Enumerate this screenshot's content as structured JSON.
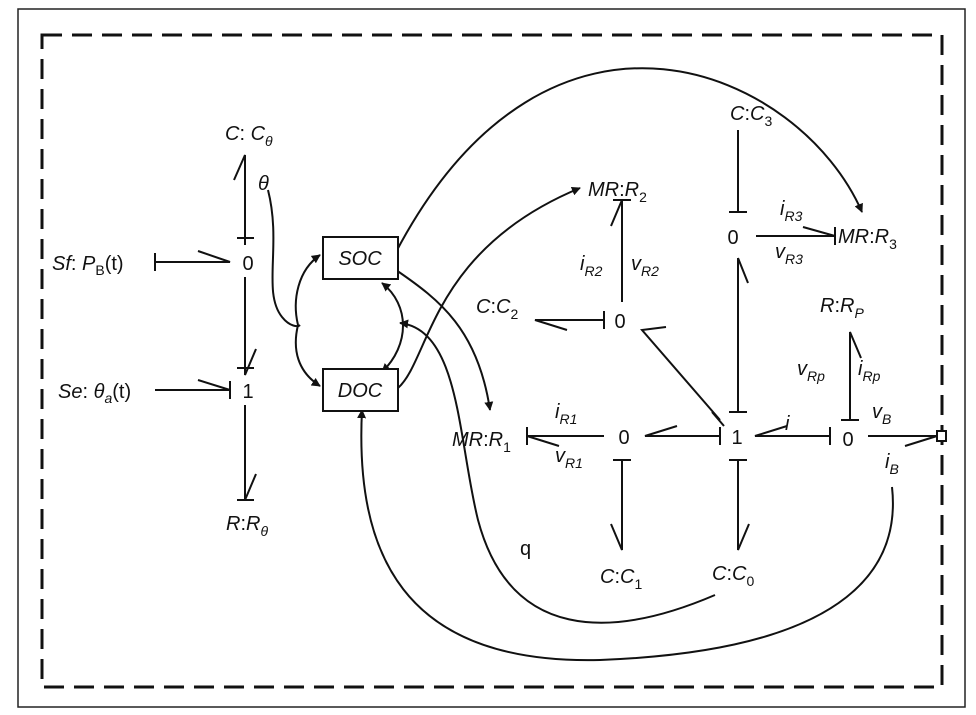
{
  "elements": {
    "Sf": {
      "pre": "Sf",
      "sep": ": ",
      "base": "P",
      "sub": "B",
      "post": "(t)"
    },
    "Se": {
      "pre": "Se",
      "sep": ": ",
      "base": "θ",
      "sub": "a",
      "post": "(t)"
    },
    "C_theta": {
      "pre": "C",
      "sep": ": ",
      "base": "C",
      "sub": "θ"
    },
    "R_theta": {
      "pre": "R",
      "sep": ":",
      "base": "R",
      "sub": "θ"
    },
    "C_3": {
      "pre": "C",
      "sep": ":",
      "base": "C",
      "sub": "3"
    },
    "MR_R3": {
      "pre": "MR",
      "sep": ":",
      "base": "R",
      "sub": "3"
    },
    "MR_R2": {
      "pre": "MR",
      "sep": ":",
      "base": "R",
      "sub": "2"
    },
    "C_2": {
      "pre": "C",
      "sep": ":",
      "base": "C",
      "sub": "2"
    },
    "R_P": {
      "pre": "R",
      "sep": ":",
      "base": "R",
      "sub": "P"
    },
    "MR_R1": {
      "pre": "MR",
      "sep": ":",
      "base": "R",
      "sub": "1"
    },
    "C_1": {
      "pre": "C",
      "sep": ":",
      "base": "C",
      "sub": "1"
    },
    "C_0": {
      "pre": "C",
      "sep": ":",
      "base": "C",
      "sub": "0"
    }
  },
  "junctions": {
    "j0_left": "0",
    "j1_left": "1",
    "j0_r3": "0",
    "j0_r2": "0",
    "j0_r1": "0",
    "j1_center": "1",
    "j0_right": "0"
  },
  "blocks": {
    "soc": "SOC",
    "doc": "DOC"
  },
  "variables": {
    "theta": "θ",
    "q": "q",
    "i": "i",
    "iR3": {
      "base": "i",
      "sub": "R3"
    },
    "vR3": {
      "base": "v",
      "sub": "R3"
    },
    "iR2": {
      "base": "i",
      "sub": "R2"
    },
    "vR2": {
      "base": "v",
      "sub": "R2"
    },
    "iR1": {
      "base": "i",
      "sub": "R1"
    },
    "vR1": {
      "base": "v",
      "sub": "R1"
    },
    "vRp": {
      "base": "v",
      "sub": "Rp"
    },
    "iRp": {
      "base": "i",
      "sub": "Rp"
    },
    "vB": {
      "base": "v",
      "sub": "B"
    },
    "iB": {
      "base": "i",
      "sub": "B"
    }
  }
}
